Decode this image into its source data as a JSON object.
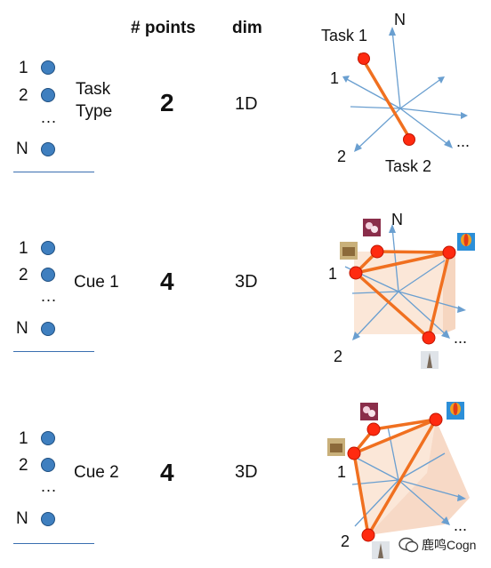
{
  "header": {
    "points_label": "# points",
    "dim_label": "dim"
  },
  "rows": [
    {
      "items": [
        "1",
        "2",
        "...",
        "N"
      ],
      "label_lines": [
        "Task",
        "Type"
      ],
      "points": "2",
      "dim": "1D",
      "diagram": {
        "top_label": "N",
        "left_label": "1",
        "bottom_label": "2",
        "more_label": "...",
        "point_a_label": "Task 1",
        "point_b_label": "Task 2"
      }
    },
    {
      "items": [
        "1",
        "2",
        "...",
        "N"
      ],
      "label": "Cue 1",
      "points": "4",
      "dim": "3D",
      "diagram": {
        "top_label": "N",
        "left_label": "1",
        "bottom_label": "2",
        "more_label": "..."
      }
    },
    {
      "items": [
        "1",
        "2",
        "...",
        "N"
      ],
      "label": "Cue 2",
      "points": "4",
      "dim": "3D",
      "diagram": {
        "left_label": "1",
        "bottom_label": "2",
        "more_label": "..."
      }
    }
  ],
  "watermark": "鹿鸣Cogn",
  "colors": {
    "dot": "#3f7fbf",
    "axis": "#6a9fd0",
    "edge": "#f07020",
    "point": "#ff2a10",
    "volume": "#f6c9a8"
  }
}
